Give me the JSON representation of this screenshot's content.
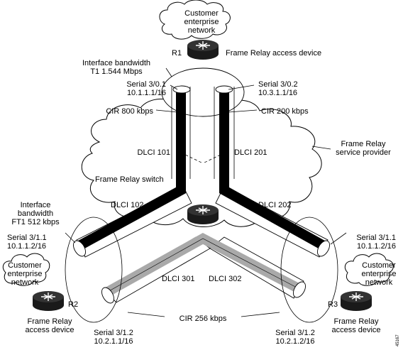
{
  "labels": {
    "top_cloud": [
      "Customer",
      "enterprise",
      "network"
    ],
    "r1_name": "R1",
    "r1_desc": "Frame Relay access device",
    "iface_bw_top": [
      "Interface bandwidth",
      "T1 1.544 Mbps"
    ],
    "serial_301": [
      "Serial 3/0.1",
      "10.1.1.1/16"
    ],
    "serial_302": [
      "Serial 3/0.2",
      "10.3.1.1/16"
    ],
    "cir_800": "CIR 800 kbps",
    "cir_200": "CIR 200 kbps",
    "frsp": [
      "Frame Relay",
      "service provider"
    ],
    "dlci_101": "DLCI 101",
    "dlci_201": "DLCI 201",
    "fr_switch": "Frame Relay switch",
    "iface_bw_left": [
      "Interface",
      "bandwidth",
      "FT1 512 kbps"
    ],
    "dlci_102": "DLCI 102",
    "dlci_202": "DLCI 202",
    "serial_311_left": [
      "Serial 3/1.1",
      "10.1.1.2/16"
    ],
    "serial_311_right": [
      "Serial 3/1.1",
      "10.1.1.2/16"
    ],
    "left_cloud": [
      "Customer",
      "enterprise",
      "network"
    ],
    "right_cloud": [
      "Customer",
      "enterprise",
      "network"
    ],
    "dlci_301": "DLCI 301",
    "dlci_302": "DLCI 302",
    "r2_name": "R2",
    "r3_name": "R3",
    "r2_desc": [
      "Frame Relay",
      "access device"
    ],
    "r3_desc": [
      "Frame Relay",
      "access device"
    ],
    "cir_256": "CIR 256 kbps",
    "serial_312_left": [
      "Serial 3/1.2",
      "10.2.1.1/16"
    ],
    "serial_312_right": [
      "Serial 3/1.2",
      "10.2.1.2/16"
    ],
    "figure_id": "45167"
  },
  "colors": {
    "line_black": "#000000",
    "pvc_gray": "#a9a9a9",
    "router_dark": "#1a1a1a"
  },
  "icons": [
    "router-icon",
    "cloud-shape"
  ]
}
